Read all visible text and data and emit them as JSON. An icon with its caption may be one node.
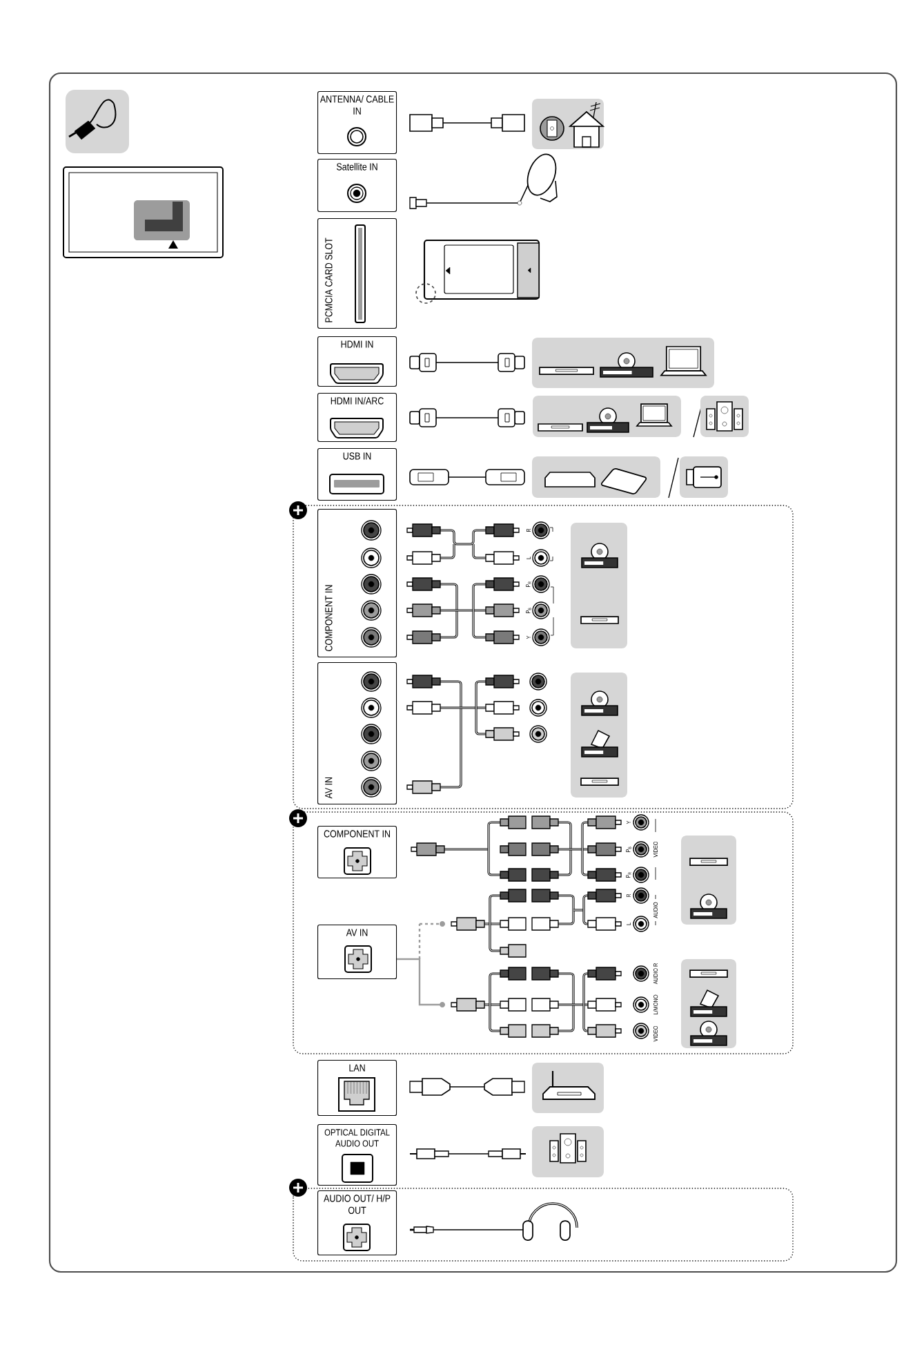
{
  "diagram": {
    "nodes": [
      {
        "text": [
          "ANTENNA/ CABLE IN"
        ]
      },
      {
        "text": [
          "Satellite IN"
        ]
      },
      {
        "text": [
          "PCMCIA CARD SLOT"
        ]
      },
      {
        "text": [
          "HDMI IN"
        ]
      },
      {
        "text": [
          "HDMI IN/ARC"
        ]
      },
      {
        "text": [
          "USB IN"
        ]
      },
      {
        "text": [
          "COMPONENT IN"
        ]
      },
      {
        "text": [
          "AV IN"
        ]
      },
      {
        "text": [
          "COMPONENT IN"
        ]
      },
      {
        "text": [
          "AV IN"
        ]
      },
      {
        "text": [
          "LAN"
        ]
      },
      {
        "text": [
          "OPTICAL DIGITAL AUDIO OUT"
        ]
      },
      {
        "text": [
          "AUDIO OUT/ H/P OUT"
        ]
      }
    ],
    "labels": [
      "R",
      "L",
      "P$_{R}$",
      "P$_{B}$",
      "Y",
      "Y",
      "P$_{B}$",
      "P$_{R}$",
      "VIDEO",
      "R",
      "L",
      "AUDIO",
      "AUDIO R",
      "L/MONO",
      "VIDEO"
    ]
  }
}
